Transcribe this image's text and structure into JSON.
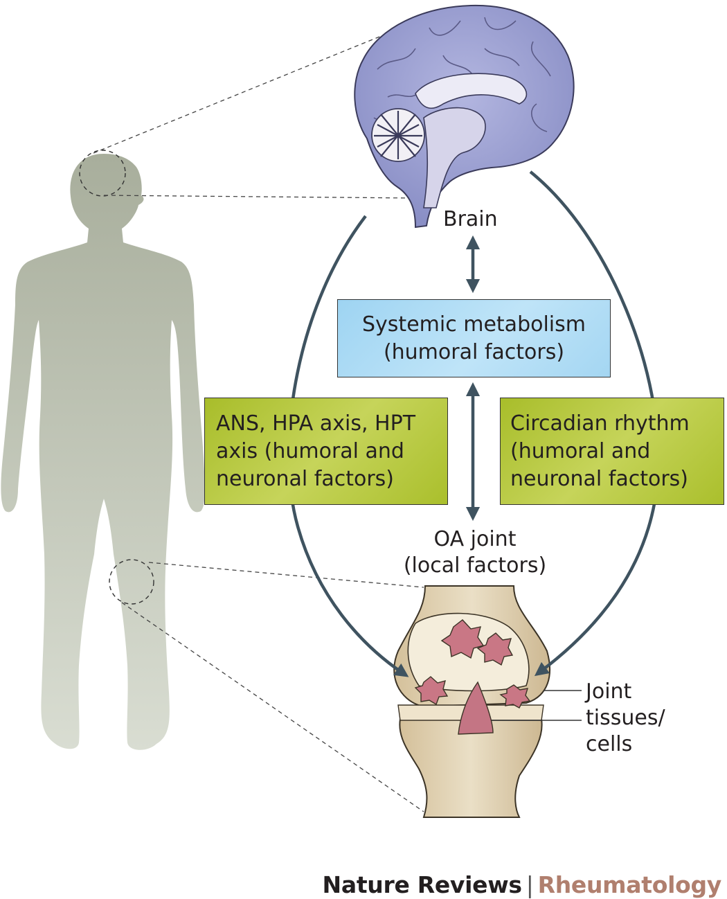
{
  "labels": {
    "brain": "Brain",
    "oa_joint": [
      "OA joint",
      "(local factors)"
    ],
    "joint_tissues": [
      "Joint",
      "tissues/",
      "cells"
    ]
  },
  "boxes": {
    "systemic": [
      "Systemic metabolism",
      "(humoral factors)"
    ],
    "ans": [
      "ANS, HPA axis, HPT",
      "axis (humoral and",
      "neuronal factors)"
    ],
    "circadian": [
      "Circadian rhythm",
      "(humoral and",
      "neuronal factors)"
    ]
  },
  "footer": {
    "journal": "Nature Reviews",
    "separator": "|",
    "subject": "Rheumatology"
  },
  "colors": {
    "arrows": "#3f5360",
    "systemic_box": "#b3def7",
    "factor_boxes": "#b9ca45",
    "brain": "#9a9fd1",
    "body_silhouette": "#b4b9a9",
    "bone": "#e3d3b3",
    "inflammation": "#c47584",
    "footer_subject": "#b07f6e"
  }
}
